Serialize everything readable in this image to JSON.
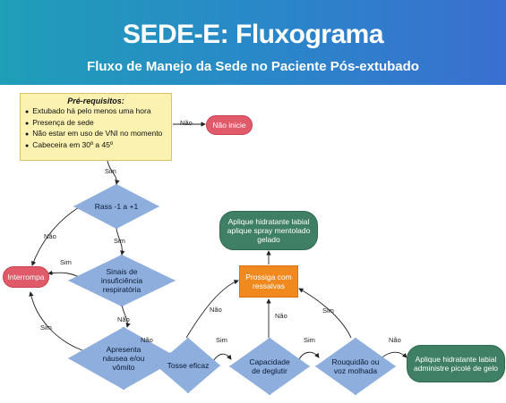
{
  "header": {
    "title": "SEDE-E: Fluxograma",
    "subtitle": "Fluxo de Manejo da Sede no Paciente Pós-extubado"
  },
  "prereq": {
    "title": "Pré-requisitos:",
    "items": [
      "Extubado há pelo menos uma hora",
      "Presença de sede",
      "Não estar em uso de VNI no momento",
      "Cabeceira em 30º a 45º"
    ]
  },
  "nodes": {
    "nao_inicie": "Não inicie",
    "rass": "Rass -1 a +1",
    "interrompa": "Interrompa",
    "sinais_line1": "Sinais de",
    "sinais_line2": "insuficiência",
    "sinais_line3": "respiratória",
    "nausea_line1": "Apresenta",
    "nausea_line2": "náusea e/ou",
    "nausea_line3": "vômito",
    "tosse": "Tosse eficaz",
    "deglutir_line1": "Capacidade",
    "deglutir_line2": "de deglutir",
    "rouquidao_line1": "Rouquidão ou",
    "rouquidao_line2": "voz molhada",
    "prossiga_line1": "Prossiga com",
    "prossiga_line2": "ressalvas",
    "top_green_line1": "Aplique hidratante labial",
    "top_green_line2": "aplique spray mentolado",
    "top_green_line3": "gelado",
    "right_green_line1": "Aplique hidratante labial",
    "right_green_line2": "administre picolé de gelo"
  },
  "labels": {
    "sim": "Sim",
    "nao": "Não"
  },
  "colors": {
    "header_start": "#1f9fb8",
    "header_end": "#3a6fd0",
    "prereq_fill": "#fbf1b0",
    "stop": "#e05a6a",
    "decision": "#8eaedd",
    "action": "#3f7f63",
    "caution": "#f18a1e"
  }
}
